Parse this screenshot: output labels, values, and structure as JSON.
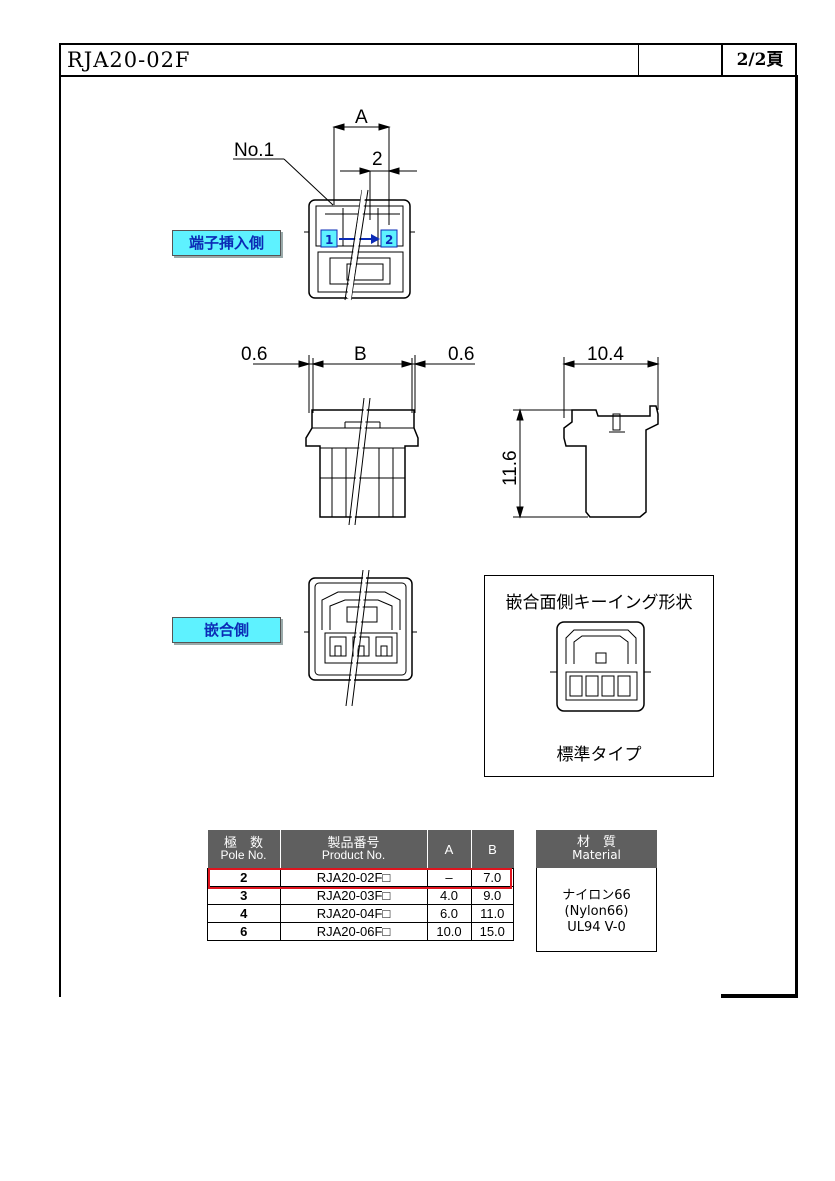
{
  "header": {
    "title": "RJA20-02F",
    "extra": "",
    "page": "2/2頁"
  },
  "dimensions": {
    "no1": "No.1",
    "a": "A",
    "two": "2",
    "left_gap": "0.6",
    "b": "B",
    "right_gap": "0.6",
    "depth": "10.4",
    "height": "11.6",
    "pin1": "1",
    "pin2": "2"
  },
  "labels": {
    "insert_side": "端子挿入側",
    "mating_side": "嵌合側"
  },
  "keying": {
    "title": "嵌合面側キーイング形状",
    "type": "標準タイプ"
  },
  "spec_table": {
    "headers": [
      {
        "ja": "極　数",
        "en": "Pole No."
      },
      {
        "ja": "製品番号",
        "en": "Product No."
      },
      {
        "ja": "A",
        "en": ""
      },
      {
        "ja": "B",
        "en": ""
      }
    ],
    "rows": [
      {
        "pole": "2",
        "product": "RJA20-02F□",
        "a": "–",
        "b": "7.0"
      },
      {
        "pole": "3",
        "product": "RJA20-03F□",
        "a": "4.0",
        "b": "9.0"
      },
      {
        "pole": "4",
        "product": "RJA20-04F□",
        "a": "6.0",
        "b": "11.0"
      },
      {
        "pole": "6",
        "product": "RJA20-06F□",
        "a": "10.0",
        "b": "15.0"
      }
    ],
    "highlight_color": "#e0141e"
  },
  "material": {
    "header_ja": "材　質",
    "header_en": "Material",
    "line1": "ナイロン66",
    "line2": "(Nylon66)",
    "line3": "UL94 V-0"
  },
  "colors": {
    "label_bg": "#5ef2ff",
    "label_text": "#0b2bb6",
    "table_header": "#5f5f5f"
  }
}
